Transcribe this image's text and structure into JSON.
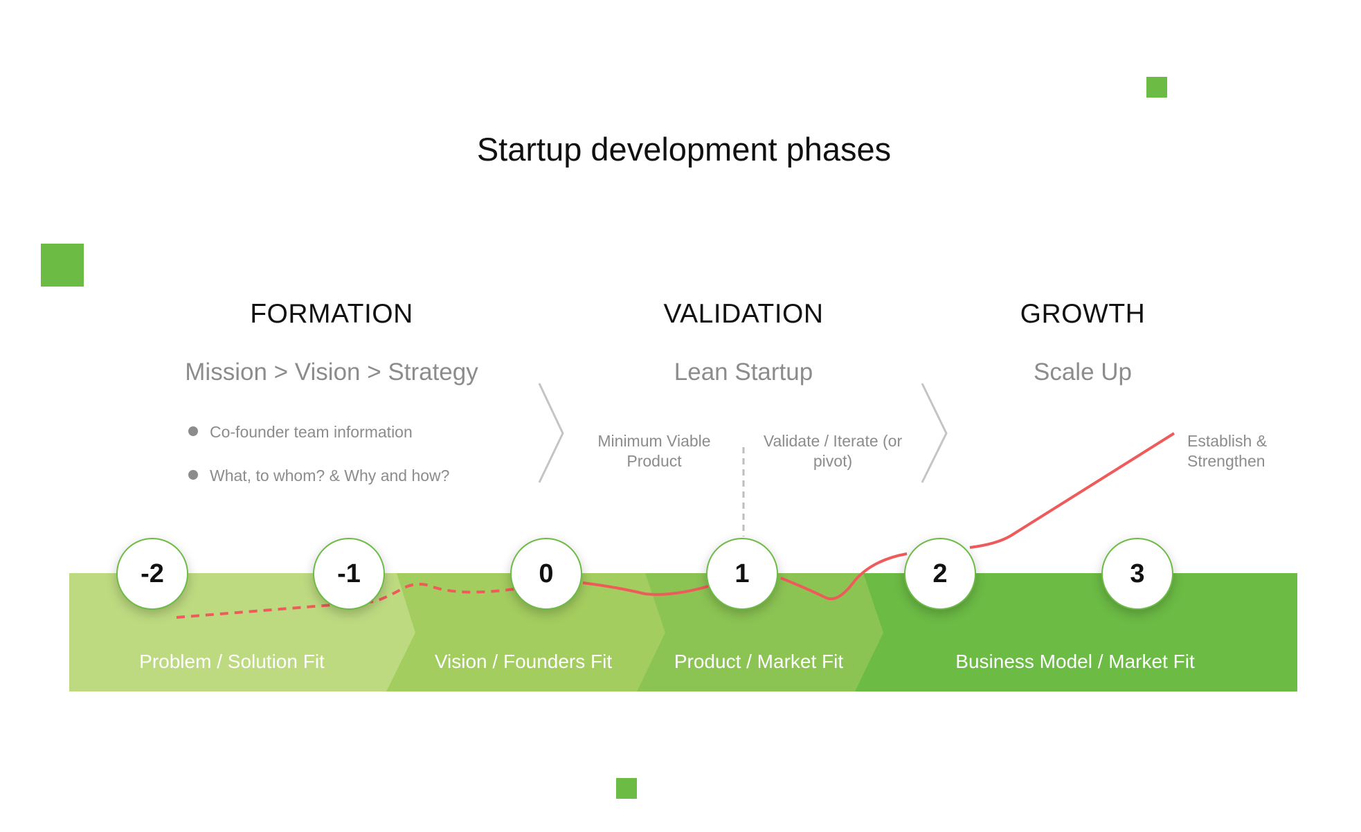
{
  "title": "Startup development phases",
  "phases": [
    {
      "name": "FORMATION",
      "subtitle": "Mission > Vision > Strategy"
    },
    {
      "name": "VALIDATION",
      "subtitle": "Lean Startup"
    },
    {
      "name": "GROWTH",
      "subtitle": "Scale Up"
    }
  ],
  "formation_bullets": [
    "Co-founder team information",
    "What, to whom? & Why and how?"
  ],
  "validation_notes": {
    "left": "Minimum Viable Product",
    "right": "Validate / Iterate (or pivot)"
  },
  "growth_note": "Establish & Strengthen",
  "milestones": [
    "-2",
    "-1",
    "0",
    "1",
    "2",
    "3"
  ],
  "stages": [
    "Problem / Solution Fit",
    "Vision / Founders Fit",
    "Product / Market Fit",
    "Business Model / Market Fit"
  ],
  "colors": {
    "accent": "#6cbb45",
    "stage1": "#bdda80",
    "stage2": "#a3cd5f",
    "stage3": "#8bc453",
    "stage4": "#6cbb45",
    "curve": "#ef5a5a",
    "text_gray": "#8c8c8c"
  }
}
